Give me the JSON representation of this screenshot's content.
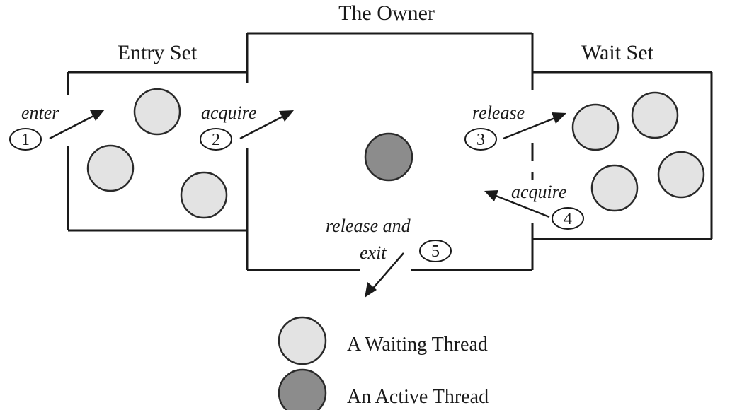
{
  "titles": {
    "owner": "The Owner",
    "entry_set": "Entry Set",
    "wait_set": "Wait Set"
  },
  "transitions": [
    {
      "label": "enter",
      "number": "1"
    },
    {
      "label": "acquire",
      "number": "2"
    },
    {
      "label": "release",
      "number": "3"
    },
    {
      "label": "acquire",
      "number": "4"
    },
    {
      "label_line1": "release and",
      "label_line2": "exit",
      "number": "5"
    }
  ],
  "legend": {
    "waiting": "A Waiting Thread",
    "active": "An Active Thread"
  },
  "colors": {
    "waiting_thread_fill": "#e3e3e3",
    "active_thread_fill": "#8c8c8c"
  }
}
